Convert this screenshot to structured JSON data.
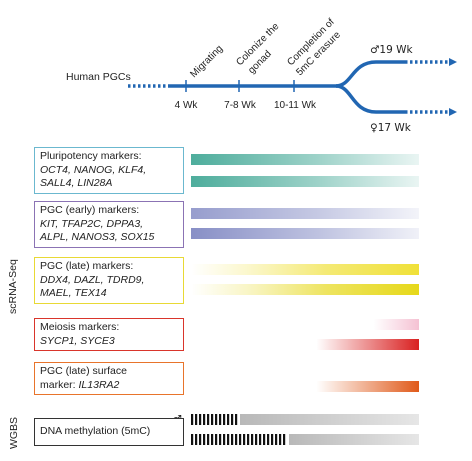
{
  "timeline": {
    "start_label": "Human PGCs",
    "stages": [
      {
        "label": "Migrating",
        "week": "4 Wk"
      },
      {
        "label": "Colonize the gonad",
        "week": "7-8 Wk"
      },
      {
        "label": "Completion of 5mC erasure",
        "week": "10-11 Wk"
      }
    ],
    "branch_male": "♂19 Wk",
    "branch_female": "♀17 Wk",
    "color": "#2166b2"
  },
  "side_labels": {
    "scrna": "scRNA-Seq",
    "wgbs": "WGBS"
  },
  "sex_symbols": {
    "male": "♂",
    "female": "♀"
  },
  "markers": [
    {
      "title": "Pluripotency markers:",
      "genes_line1": "OCT4, NANOG, KLF4,",
      "genes_line2": "SALL4, LIN28A",
      "color": "#6bb8cf"
    },
    {
      "title": "PGC (early) markers:",
      "genes_line1": "KIT, TFAP2C, DPPA3,",
      "genes_line2": "ALPL, NANOS3, SOX15",
      "color": "#8b73b4"
    },
    {
      "title": "PGC (late) markers:",
      "genes_line1": "DDX4, DAZL, TDRD9,",
      "genes_line2": "MAEL, TEX14",
      "color": "#e8d935"
    },
    {
      "title": "Meiosis markers:",
      "genes_line1": "SYCP1, SYCE3",
      "genes_line2": "",
      "color": "#d9352b"
    },
    {
      "title": "PGC (late) surface",
      "genes_line1": "",
      "genes_line2": "",
      "title_line2": "marker: ",
      "gene_inline": "IL13RA2",
      "color": "#e8742b"
    },
    {
      "title": "DNA methylation (5mC)",
      "genes_line1": "",
      "genes_line2": "",
      "color": "#333333"
    }
  ],
  "bars": [
    {
      "group": 0,
      "sex": "male",
      "color": "#3aa491",
      "profile": "fade_out",
      "strength": 0.9
    },
    {
      "group": 0,
      "sex": "female",
      "color": "#3aa491",
      "profile": "fade_out",
      "strength": 0.9
    },
    {
      "group": 1,
      "sex": "male",
      "color": "#6a73b8",
      "profile": "fade_out",
      "strength": 0.7
    },
    {
      "group": 1,
      "sex": "female",
      "color": "#6a73b8",
      "profile": "fade_out",
      "strength": 0.8
    },
    {
      "group": 2,
      "sex": "male",
      "color": "#eedd22",
      "profile": "fade_in",
      "strength": 0.9
    },
    {
      "group": 2,
      "sex": "female",
      "color": "#e6d81a",
      "profile": "fade_in",
      "strength": 1.0
    },
    {
      "group": 3,
      "sex": "male",
      "color": "#e0457a",
      "profile": "late_male",
      "strength": 0.6
    },
    {
      "group": 3,
      "sex": "female",
      "color": "#d92020",
      "profile": "late_female",
      "strength": 1.0
    },
    {
      "group": 4,
      "sex": "female",
      "color": "#e05a1a",
      "profile": "late_female",
      "strength": 1.0
    },
    {
      "group": 5,
      "sex": "male",
      "color": "#b5b5b5",
      "profile": "methyl_male",
      "strength": 1.0
    },
    {
      "group": 5,
      "sex": "female",
      "color": "#b5b5b5",
      "profile": "methyl_female",
      "strength": 1.0
    }
  ]
}
